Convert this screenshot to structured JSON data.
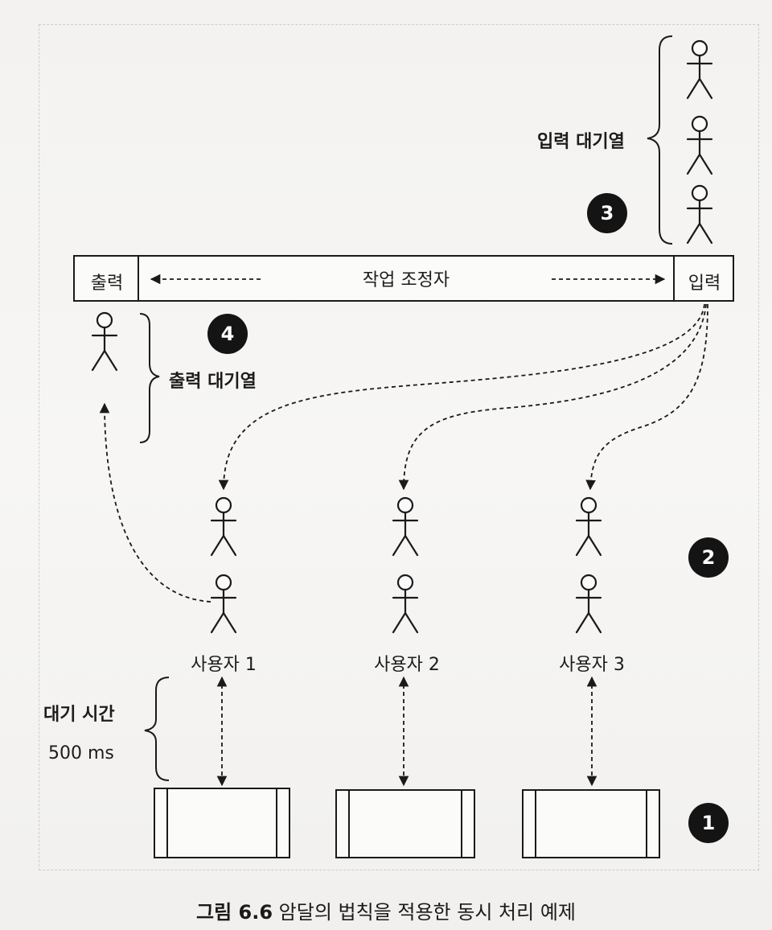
{
  "coordinator": {
    "title": "작업 조정자",
    "output_label": "출력",
    "input_label": "입력"
  },
  "queues": {
    "input": "입력 대기열",
    "output": "출력 대기열"
  },
  "users": [
    "사용자 1",
    "사용자 2",
    "사용자 3"
  ],
  "latency": {
    "label": "대기 시간",
    "value": "500 ms"
  },
  "markers": [
    "1",
    "2",
    "3",
    "4"
  ],
  "caption": {
    "figure": "그림 6.6",
    "text": "암달의 법칙을 적용한 동시 처리 예제"
  }
}
